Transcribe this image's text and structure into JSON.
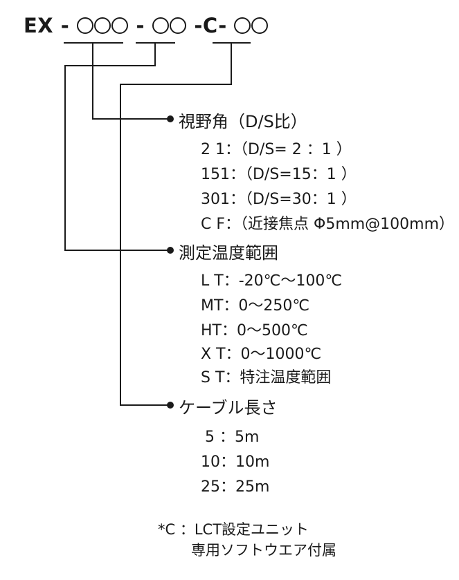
{
  "model_code": {
    "prefix": "EX",
    "sep1": "-",
    "sep2": "-",
    "sep3": "-C-",
    "group1_circles": 3,
    "group2_circles": 2,
    "group3_circles": 2
  },
  "sections": [
    {
      "heading": "視野角（D/S比）",
      "items": [
        "2 1：（D/S= 2 ：1 ）",
        "151：（D/S=15：1 ）",
        "301：（D/S=30：1 ）",
        "C F：（近接焦点 Φ5mm@100mm）"
      ]
    },
    {
      "heading": "測定温度範囲",
      "items": [
        "L T：-20℃～100℃",
        "MT：0～250℃",
        "HT：0～500℃",
        "X T：0～1000℃",
        "S T：特注温度範囲"
      ]
    },
    {
      "heading": "ケーブル長さ",
      "items": [
        "5 ：5m",
        "10：10m",
        "25：25m"
      ]
    }
  ],
  "footnote": {
    "line1": "*C ：LCT設定ユニット",
    "line2": "専用ソフトウエア付属"
  },
  "colors": {
    "line": "#1a1a1a",
    "text": "#1a1a1a"
  }
}
